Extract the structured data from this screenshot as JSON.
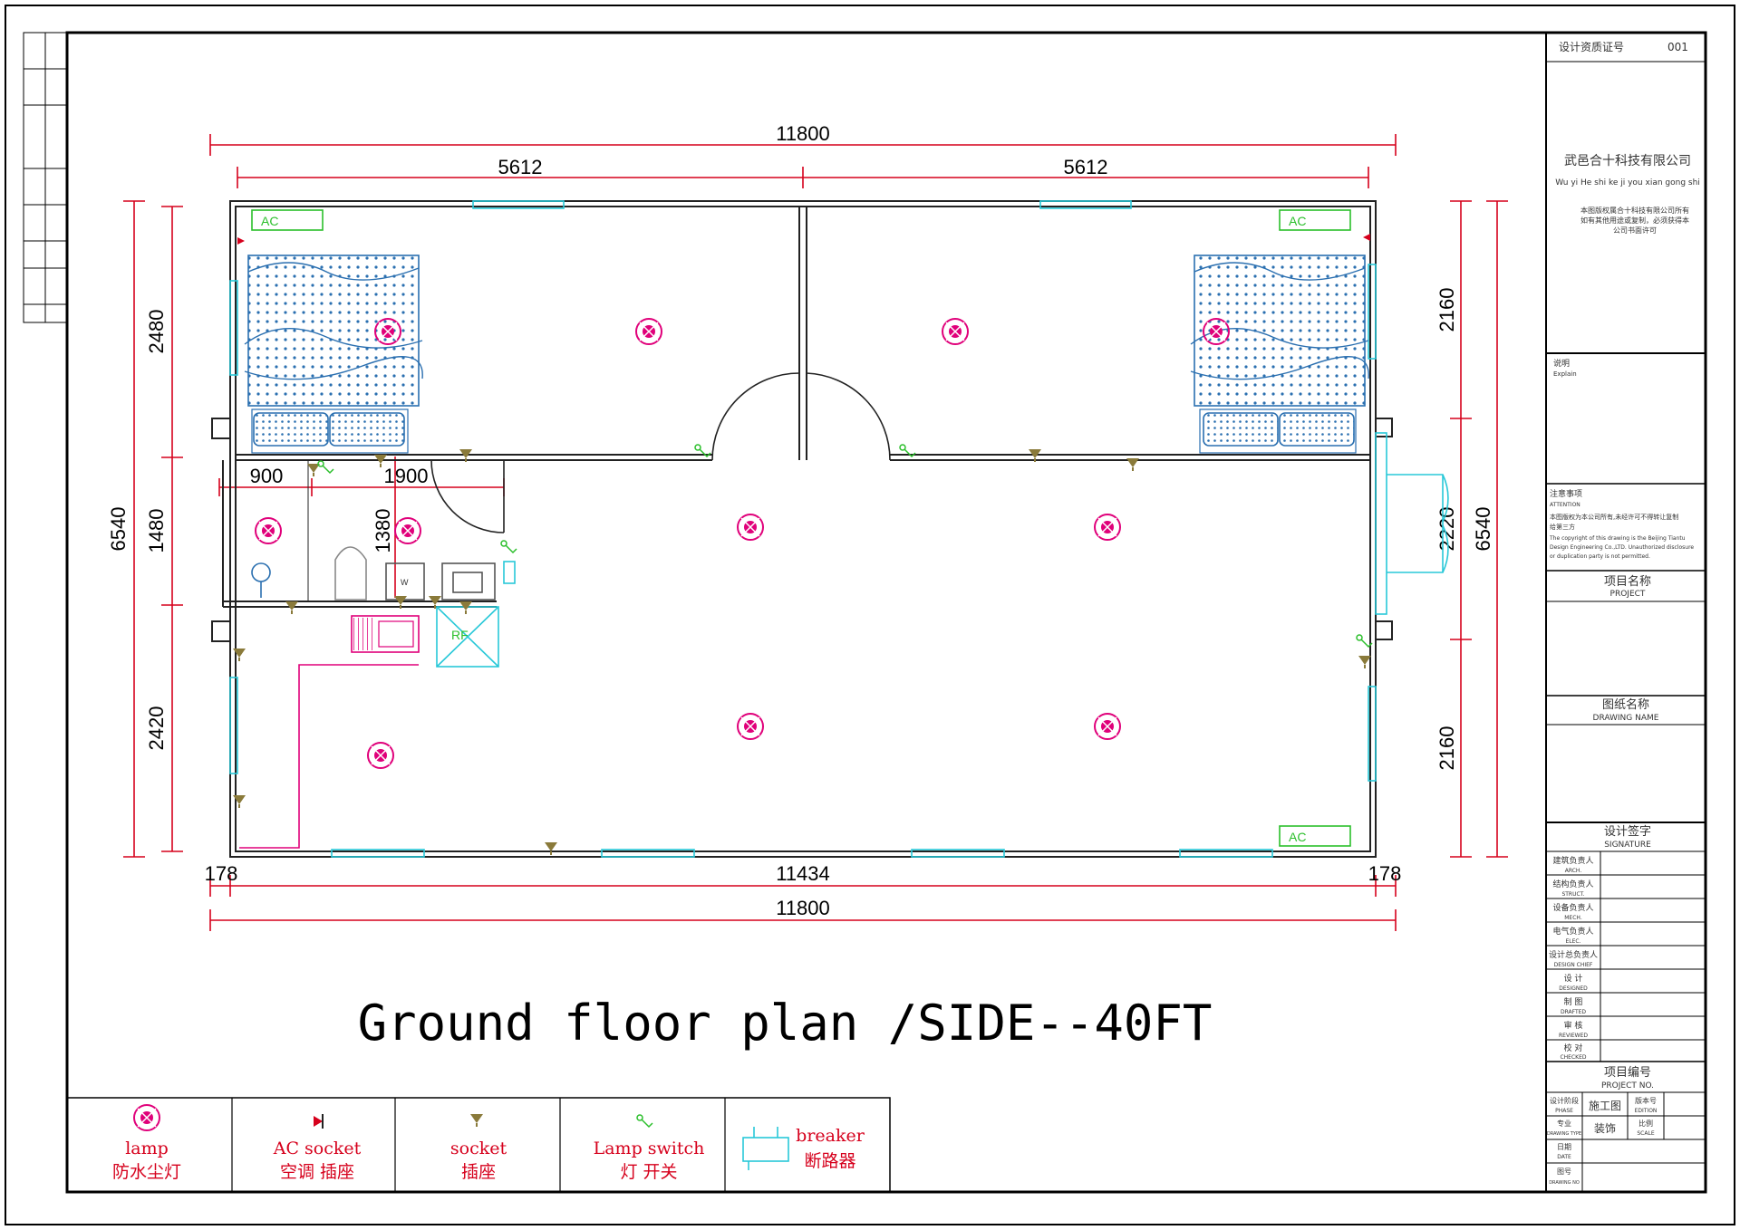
{
  "drawing": {
    "title": "Ground floor plan /SIDE--40FT",
    "dimensions": {
      "top_total": "11800",
      "top_left": "5612",
      "top_right": "5612",
      "bottom_inner": "11434",
      "bottom_total": "11800",
      "bottom_left_wall": "178",
      "bottom_right_wall": "178",
      "left_total": "6540",
      "left_upper": "2480",
      "left_middle": "1480",
      "left_lower": "2420",
      "right_total": "6540",
      "right_upper": "2160",
      "right_middle": "2220",
      "right_lower": "2160",
      "bath_width_a": "900",
      "bath_width_b": "1900",
      "bath_depth": "1380"
    },
    "labels": {
      "ac": "AC",
      "ac2": "AC",
      "ac3": "AC",
      "fridge": "RF",
      "washer": "W"
    }
  },
  "legend": [
    {
      "en": "lamp",
      "zh": "防水尘灯"
    },
    {
      "en": "AC socket",
      "zh": "空调 插座"
    },
    {
      "en": "socket",
      "zh": "插座"
    },
    {
      "en": "Lamp switch",
      "zh": "灯 开关"
    },
    {
      "en": "breaker",
      "zh": "断路器"
    }
  ],
  "title_block": {
    "cert_label": "设计资质证号",
    "cert_no": "001",
    "company_zh": "武邑合十科技有限公司",
    "company_en": "Wu yi He shi ke ji you xian gong shi",
    "copyright_zh_1": "本图版权属合十科技有限公司所有",
    "copyright_zh_2": "如有其他用途或复制，必须获得本",
    "copyright_zh_3": "公司书面许可",
    "explain_zh": "说明",
    "explain_en": "Explain",
    "attention_zh": "注意事项",
    "attention_en": "ATTENTION",
    "attention_zh_text_1": "本图版权为本公司所有,未经许可不得转让复制",
    "attention_zh_text_2": "给第三方",
    "attention_en_1": "The copyright of this drawing is the Beijing Tiantu",
    "attention_en_2": "Design Engineering Co.,LTD. Unauthorized disclosure",
    "attention_en_3": "or duplication party is not permitted.",
    "project_zh": "项目名称",
    "project_en": "PROJECT",
    "drawing_name_zh": "图纸名称",
    "drawing_name_en": "DRAWING NAME",
    "signature_zh": "设计签字",
    "signature_en": "SIGNATURE",
    "roles": [
      {
        "zh": "建筑负责人",
        "en": "ARCH."
      },
      {
        "zh": "结构负责人",
        "en": "STRUCT."
      },
      {
        "zh": "设备负责人",
        "en": "MECH."
      },
      {
        "zh": "电气负责人",
        "en": "ELEC."
      },
      {
        "zh": "设计总负责人",
        "en": "DESIGN CHIEF"
      },
      {
        "zh": "设 计",
        "en": "DESIGNED"
      },
      {
        "zh": "制 图",
        "en": "DRAFTED"
      },
      {
        "zh": "审 核",
        "en": "REVIEWED"
      },
      {
        "zh": "校 对",
        "en": "CHECKED"
      }
    ],
    "project_no_zh": "项目编号",
    "project_no_en": "PROJECT NO.",
    "phase_zh": "设计阶段",
    "phase_en": "PHASE",
    "phase_value": "施工图",
    "edition_zh": "版本号",
    "edition_en": "EDITION",
    "type_zh": "专业",
    "type_en": "DRAWING TYPE",
    "type_value": "装饰",
    "scale_zh": "比例",
    "scale_en": "SCALE",
    "date_zh": "日期",
    "date_en": "DATE",
    "drawing_no_zh": "图号",
    "drawing_no_en": "DRAWING NO"
  }
}
